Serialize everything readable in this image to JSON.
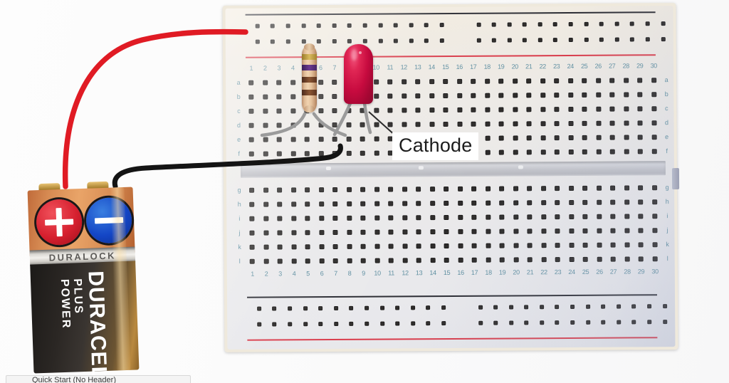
{
  "scene": {
    "title": "Breadboard LED circuit with 9V battery",
    "background_color": "#ffffff"
  },
  "annotation": {
    "label_text": "Cathode",
    "leader_line": "points to LED cathode lead"
  },
  "breadboard": {
    "name": "solderless-breadboard",
    "body_color": "#eae6dd",
    "column_numbers": [
      "1",
      "2",
      "3",
      "4",
      "5",
      "6",
      "7",
      "8",
      "9",
      "10",
      "11",
      "12",
      "13",
      "14",
      "15",
      "16",
      "17",
      "18",
      "19",
      "20",
      "21",
      "22",
      "23",
      "24",
      "25",
      "26",
      "27",
      "28",
      "29",
      "30"
    ],
    "rows_top": [
      "a",
      "b",
      "c",
      "d",
      "e",
      "f"
    ],
    "rows_bottom": [
      "g",
      "h",
      "i",
      "j",
      "k",
      "l"
    ],
    "rail_positive_color": "#d93b4a",
    "rail_negative_color": "#2b2c33",
    "number_text_color": "#5d8ea0",
    "hole_color": "#2e2c2b",
    "channel_color": "#c9cacf"
  },
  "components": {
    "resistor": {
      "name": "resistor",
      "bands": [
        "violet",
        "brown",
        "brown",
        "gold"
      ],
      "body_color": "#e0bb96"
    },
    "led": {
      "name": "red-led",
      "color": "#c70b3f",
      "terminal_labeled": "Cathode"
    }
  },
  "battery": {
    "name": "9v-battery",
    "brand": "DURACELL",
    "sub_brand": "PLUS POWER",
    "technology": "DURALOCK",
    "terminals": [
      {
        "label": "+",
        "name": "positive-terminal",
        "color": "#d6202f"
      },
      {
        "label": "−",
        "name": "negative-terminal",
        "color": "#1446c6"
      }
    ],
    "top_color": "#e9a468",
    "body_color": "#2b2724"
  },
  "wires": [
    {
      "name": "red-wire",
      "from": "battery positive terminal",
      "to": "breadboard top positive rail",
      "color": "#e01b24"
    },
    {
      "name": "black-wire",
      "from": "battery negative terminal",
      "to": "breadboard row f",
      "color": "#141414"
    }
  ],
  "bottom_bar": {
    "text": "Quick Start (No Header)"
  }
}
